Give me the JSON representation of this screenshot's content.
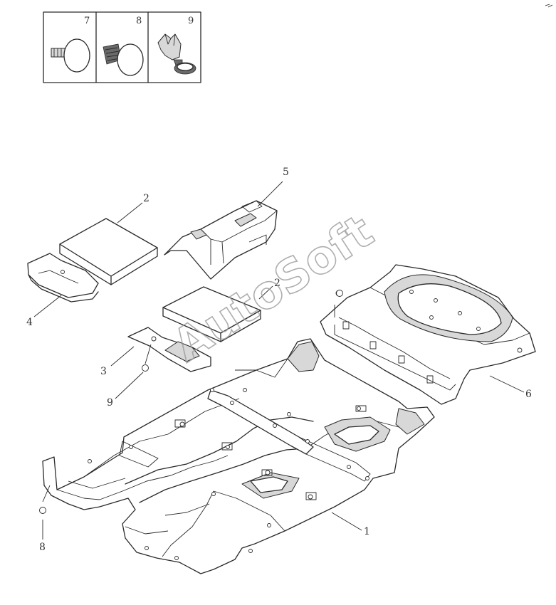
{
  "watermark": "AutoSoft",
  "inset": {
    "cells": [
      {
        "number": "7",
        "icon": "push-pin-rivet-icon"
      },
      {
        "number": "8",
        "icon": "push-rivet-clip-icon"
      },
      {
        "number": "9",
        "icon": "plastic-fastener-clip-icon"
      }
    ]
  },
  "callouts": {
    "c1": "1",
    "c2a": "2",
    "c2b": "2",
    "c3": "3",
    "c4": "4",
    "c5": "5",
    "c6": "6",
    "c8": "8",
    "c9": "9"
  }
}
